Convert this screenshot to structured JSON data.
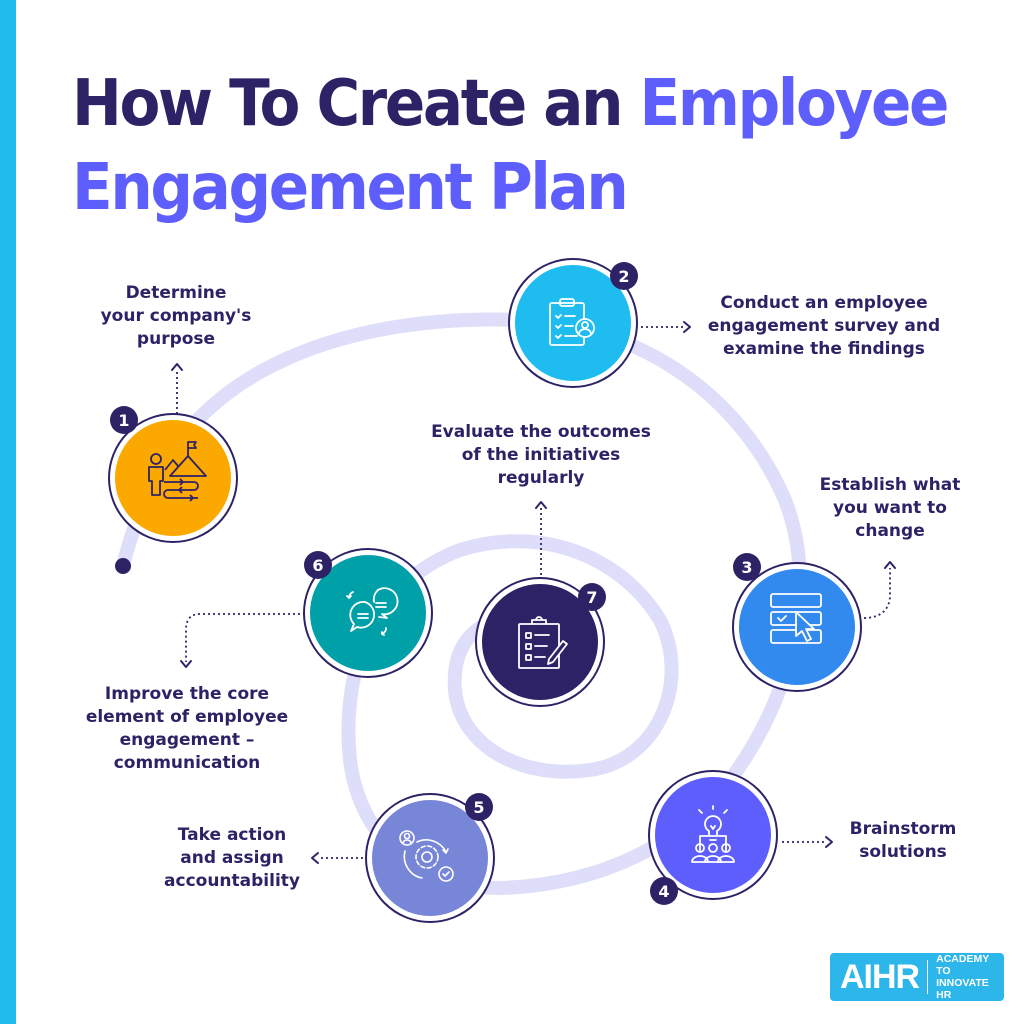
{
  "title": {
    "part1": "How To Create an ",
    "accent1": "Employee",
    "accent2": "Engagement Plan"
  },
  "colors": {
    "navy": "#2e2266",
    "purple_accent": "#5e5efc",
    "spiral": "#dedefa",
    "side_bar": "#22bbee",
    "logo_bg": "#2cb6ea"
  },
  "steps": [
    {
      "number": "1",
      "label": "Determine\nyour company's\npurpose",
      "color": "#fba800",
      "icon": "hiker-mountain-flag-icon"
    },
    {
      "number": "2",
      "label": "Conduct an employee\nengagement survey and\nexamine the findings",
      "color": "#1fbcf0",
      "icon": "clipboard-survey-person-icon"
    },
    {
      "number": "3",
      "label": "Establish what\nyou want to\nchange",
      "color": "#338aee",
      "icon": "checklist-cursor-icon"
    },
    {
      "number": "4",
      "label": "Brainstorm\nsolutions",
      "color": "#5e5efc",
      "icon": "lightbulb-team-icon"
    },
    {
      "number": "5",
      "label": "Take action\nand assign\naccountability",
      "color": "#7886d8",
      "icon": "gear-person-check-icon"
    },
    {
      "number": "6",
      "label": "Improve the core\nelement of employee\nengagement –\ncommunication",
      "color": "#00a0a8",
      "icon": "chat-bubbles-icon"
    },
    {
      "number": "7",
      "label": "Evaluate the outcomes\nof the initiatives\nregularly",
      "color": "#2e2266",
      "icon": "clipboard-checklist-pen-icon"
    }
  ],
  "logo": {
    "brand": "AIHR",
    "tagline": "ACADEMY TO\nINNOVATE HR"
  }
}
